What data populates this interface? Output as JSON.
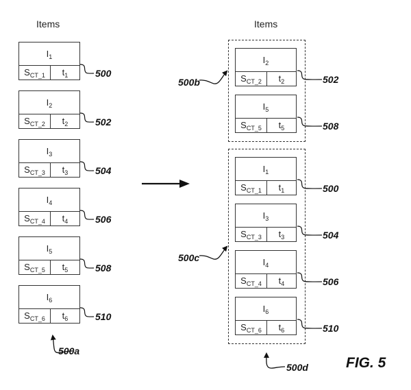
{
  "figure": {
    "label": "FIG. 5",
    "left_panel": {
      "heading": "Items",
      "group_ref": "500a",
      "items": [
        {
          "item": "I",
          "item_sub": "1",
          "score": "S",
          "score_sub": "CT_1",
          "time": "t",
          "time_sub": "1",
          "ref": "500"
        },
        {
          "item": "I",
          "item_sub": "2",
          "score": "S",
          "score_sub": "CT_2",
          "time": "t",
          "time_sub": "2",
          "ref": "502"
        },
        {
          "item": "I",
          "item_sub": "3",
          "score": "S",
          "score_sub": "CT_3",
          "time": "t",
          "time_sub": "3",
          "ref": "504"
        },
        {
          "item": "I",
          "item_sub": "4",
          "score": "S",
          "score_sub": "CT_4",
          "time": "t",
          "time_sub": "4",
          "ref": "506"
        },
        {
          "item": "I",
          "item_sub": "5",
          "score": "S",
          "score_sub": "CT_5",
          "time": "t",
          "time_sub": "5",
          "ref": "508"
        },
        {
          "item": "I",
          "item_sub": "6",
          "score": "S",
          "score_sub": "CT_6",
          "time": "t",
          "time_sub": "6",
          "ref": "510"
        }
      ]
    },
    "right_panel": {
      "heading": "Items",
      "group_ref": "500d",
      "groups": [
        {
          "ref": "500b",
          "items": [
            {
              "item": "I",
              "item_sub": "2",
              "score": "S",
              "score_sub": "CT_2",
              "time": "t",
              "time_sub": "2",
              "ref": "502"
            },
            {
              "item": "I",
              "item_sub": "5",
              "score": "S",
              "score_sub": "CT_5",
              "time": "t",
              "time_sub": "5",
              "ref": "508"
            }
          ]
        },
        {
          "ref": "500c",
          "items": [
            {
              "item": "I",
              "item_sub": "1",
              "score": "S",
              "score_sub": "CT_1",
              "time": "t",
              "time_sub": "1",
              "ref": "500"
            },
            {
              "item": "I",
              "item_sub": "3",
              "score": "S",
              "score_sub": "CT_3",
              "time": "t",
              "time_sub": "3",
              "ref": "504"
            },
            {
              "item": "I",
              "item_sub": "4",
              "score": "S",
              "score_sub": "CT_4",
              "time": "t",
              "time_sub": "4",
              "ref": "506"
            },
            {
              "item": "I",
              "item_sub": "6",
              "score": "S",
              "score_sub": "CT_6",
              "time": "t",
              "time_sub": "6",
              "ref": "510"
            }
          ]
        }
      ]
    },
    "transition_arrow": "right-arrow-icon"
  }
}
